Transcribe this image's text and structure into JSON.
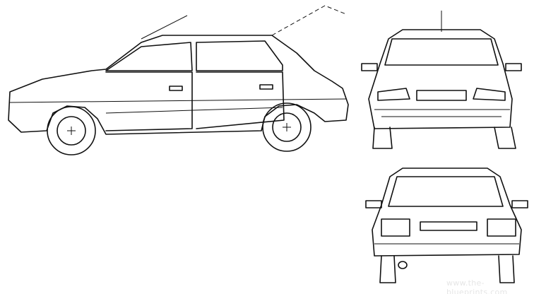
{
  "watermark": "www.the-blueprints.com",
  "views": [
    "side-view",
    "front-view",
    "rear-view"
  ]
}
